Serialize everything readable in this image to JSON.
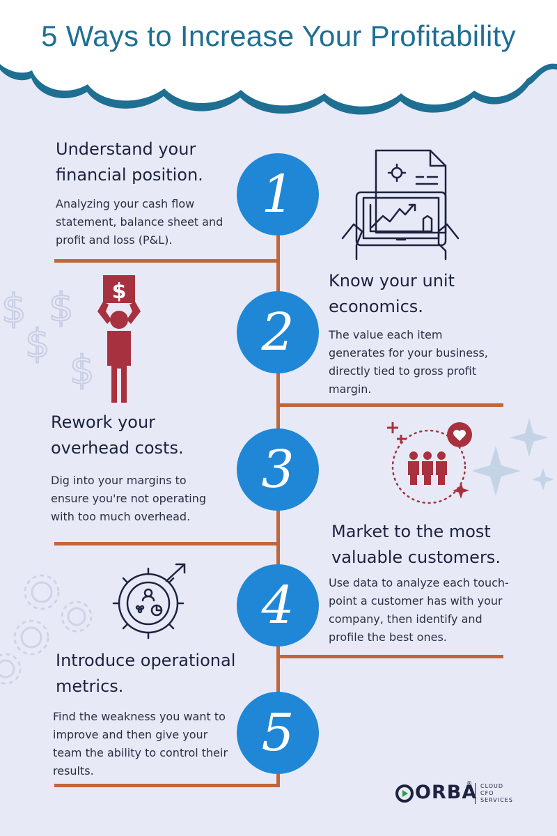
{
  "title": "5 Ways to Increase Your Profitability",
  "colors": {
    "background": "#e7e9f6",
    "title": "#1f6f93",
    "circle": "#1f87d6",
    "connector": "#c0663b",
    "icon_red": "#a8313f",
    "icon_dark": "#1d2240"
  },
  "steps": [
    {
      "number": "1",
      "heading_lines": [
        "Understand your",
        "financial position."
      ],
      "body_lines": [
        "Analyzing your cash flow",
        "statement, balance sheet and",
        "profit and loss (P&L)."
      ],
      "icon": "financial-report-tablet-icon"
    },
    {
      "number": "2",
      "heading_lines": [
        "Know your unit",
        "economics."
      ],
      "body_lines": [
        "The value each item",
        "generates for your business,",
        "directly tied to gross profit",
        "margin."
      ],
      "icon": "person-holding-dollar-sign-icon"
    },
    {
      "number": "3",
      "heading_lines": [
        "Rework your",
        "overhead costs."
      ],
      "body_lines": [
        "Dig into your margins to",
        "ensure you're not operating",
        "with too much overhead."
      ],
      "icon": "team-heart-icon"
    },
    {
      "number": "4",
      "heading_lines": [
        "Market to the most",
        "valuable customers."
      ],
      "body_lines": [
        "Use data to analyze each touch-",
        "point a customer has with your",
        "company, then identify and",
        "profile the best ones."
      ],
      "icon": "gear-metrics-icon"
    },
    {
      "number": "5",
      "heading_lines": [
        "Introduce operational",
        "metrics."
      ],
      "body_lines": [
        "Find the weakness you want to",
        "improve and then give your",
        "team the ability to control their",
        "results."
      ]
    }
  ],
  "logo": {
    "word": "ORBA",
    "registered": "®",
    "sub_lines": [
      "CLOUD",
      "CFO",
      "SERVICES"
    ]
  }
}
